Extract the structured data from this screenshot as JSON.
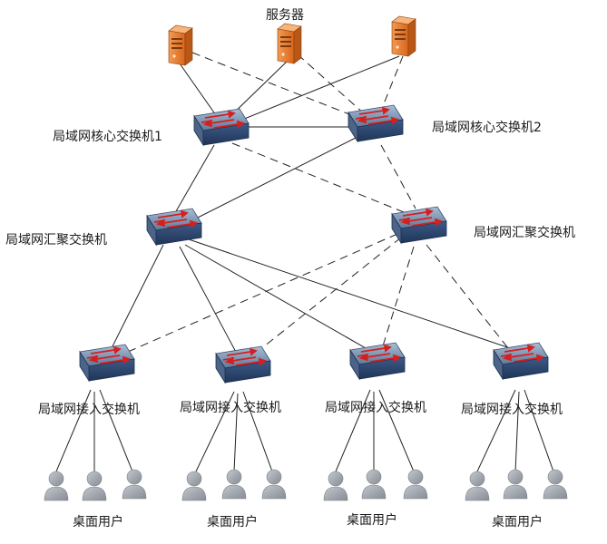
{
  "labels": {
    "server": "服务器",
    "core1": "局域网核心交换机1",
    "core2": "局域网核心交换机2",
    "agg1": "局域网汇聚交换机",
    "agg2": "局域网汇聚交换机",
    "access": [
      "局域网接入交换机",
      "局域网接入交换机",
      "局域网接入交换机",
      "局域网接入交换机"
    ],
    "users": [
      "桌面用户",
      "桌面用户",
      "桌面用户",
      "桌面用户"
    ]
  },
  "colors": {
    "server_front": "#e8772e",
    "server_side": "#b85716",
    "switch_top": "#6a86a8",
    "switch_front": "#2e4a74",
    "arrow": "#d61f1f",
    "user": "#9aa0a8",
    "line": "#222222"
  },
  "icons": {
    "server": "server-icon",
    "switch": "switch-icon",
    "user": "user-icon"
  }
}
